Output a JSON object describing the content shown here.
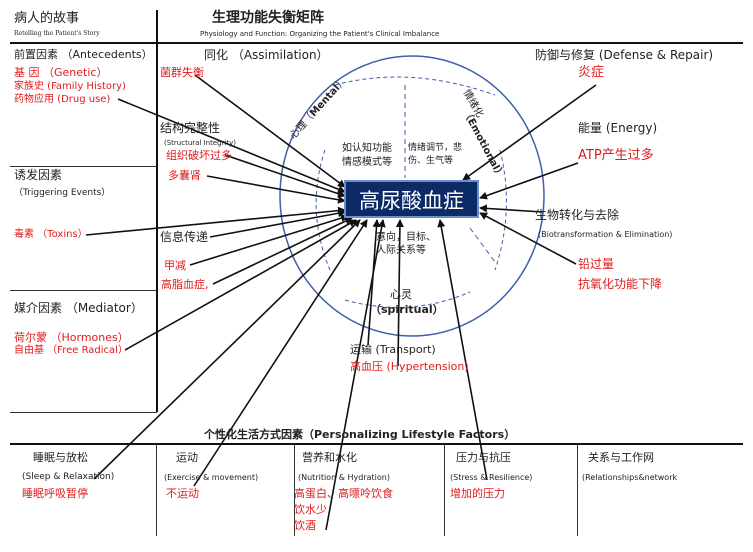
{
  "header": {
    "story_title": "病人的故事",
    "story_subtitle": "Retelling the Patient's Story",
    "matrix_title": "生理功能失衡矩阵",
    "matrix_subtitle": "Physiology and Function: Organizing the Patient's Clinical Imbalance"
  },
  "left": {
    "antecedents": {
      "title": "前置因素 （Antecedents）",
      "items": [
        "基 因 （Genetic）",
        "家族史 (Family History)",
        "药物应用 (Drug use)"
      ]
    },
    "triggering": {
      "title": "诱发因素",
      "subtitle": "（Triggering Events）",
      "items": [
        "毒素 （Toxins）"
      ]
    },
    "mediator": {
      "title": "媒介因素 （Mediator）",
      "items": [
        "荷尔蒙 （Hormones）",
        "自由基 （Free Radical）"
      ]
    }
  },
  "center": {
    "assimilation": {
      "title": "同化 （Assimilation）",
      "items": [
        "菌群失衡"
      ]
    },
    "structural": {
      "title": "结构完整性",
      "subtitle": "(Structural Integrity)",
      "items": [
        "组织破坏过多",
        "多囊肾"
      ]
    },
    "communication": {
      "title": "信息传递",
      "items": [
        "甲减",
        "高脂血症,"
      ]
    },
    "defense": {
      "title": "防御与修复 (Defense & Repair)",
      "items": [
        "炎症"
      ]
    },
    "energy": {
      "title": "能量 (Energy)",
      "items": [
        "ATP产生过多"
      ]
    },
    "biotrans": {
      "title": "生物转化与去除",
      "subtitle": "(Biotransformation & Elimination)",
      "items": [
        "铅过量",
        "抗氧化功能下降"
      ]
    },
    "transport": {
      "title": "运输 (Transport)",
      "items": [
        "高血压 (Hypertension)"
      ]
    },
    "central_condition": "高尿酸血症",
    "oval": {
      "mental_cn": "心理（",
      "mental_en": "Mental",
      "mental_close": "）",
      "emotional_cn": "情绪化",
      "emotional_en": "（Emotional）",
      "mental_desc_1": "如认知功能",
      "mental_desc_2": "情感模式等",
      "emotional_desc_1": "情绪调节，悲",
      "emotional_desc_2": "伤、生气等",
      "spiritual_desc_1": "意向，目标、",
      "spiritual_desc_2": "人际关系等",
      "spiritual_cn": "心灵",
      "spiritual_en": "（spiritual）"
    }
  },
  "lifestyle": {
    "title": "个性化生活方式因素（Personalizing Lifestyle Factors）",
    "columns": [
      {
        "title": "睡眠与放松",
        "subtitle": "(Sleep & Relaxation)",
        "items": [
          "睡眠呼吸暂停"
        ]
      },
      {
        "title": "运动",
        "subtitle": "(Exercise & movement)",
        "items": [
          "不运动"
        ]
      },
      {
        "title": "营养和水化",
        "subtitle": "(Nutrition & Hydration)",
        "items": [
          "高蛋白、高嘌呤饮食",
          "饮水少",
          "饮酒"
        ]
      },
      {
        "title": "压力与抗压",
        "subtitle": "(Stress & Resilience)",
        "items": [
          "增加的压力"
        ]
      },
      {
        "title": "关系与工作网",
        "subtitle": "(Relationships&network",
        "items": []
      }
    ]
  },
  "colors": {
    "accent_red": "#e01b1b",
    "central_fill": "#0c2a66",
    "oval_blue": "#3f5fa8"
  },
  "icons": [
    "arrow"
  ]
}
